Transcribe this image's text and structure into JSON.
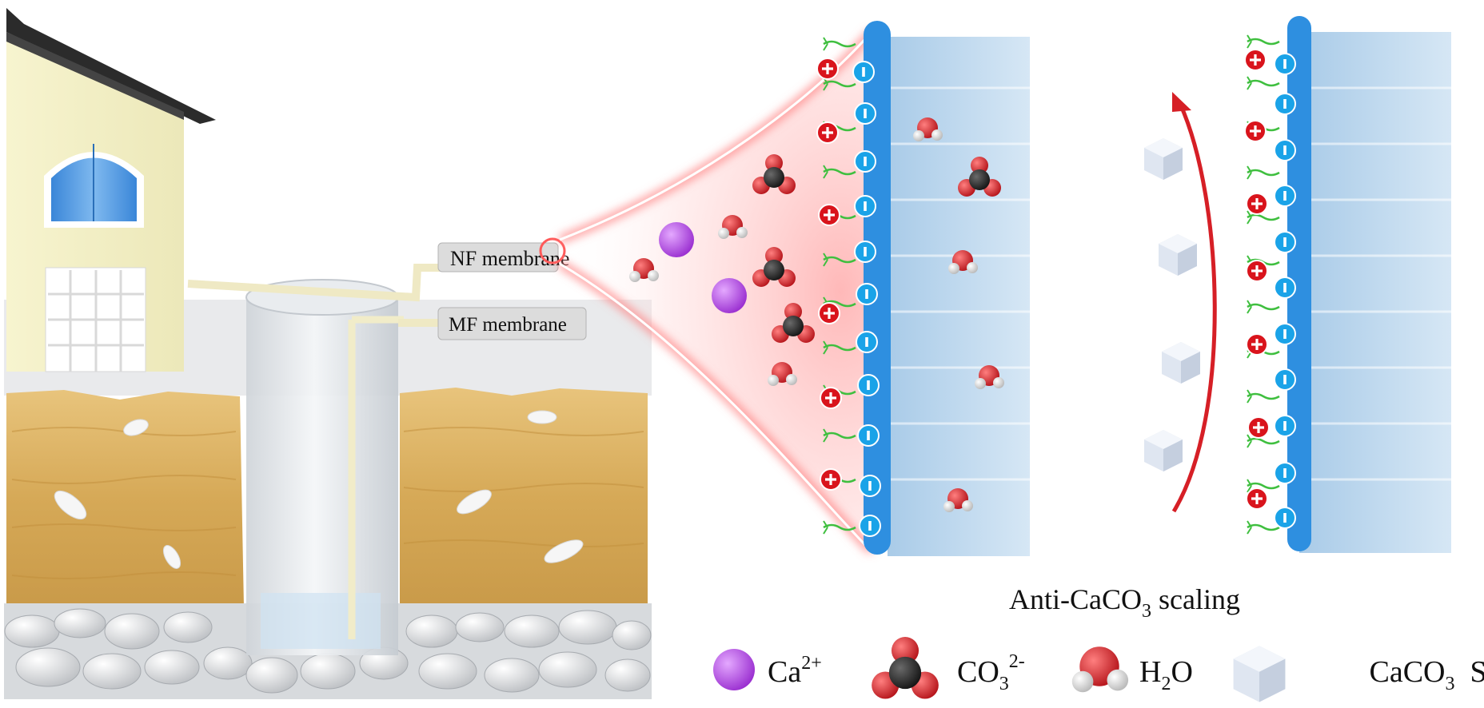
{
  "labels": {
    "nf_membrane": "NF membrane",
    "mf_membrane": "MF membrane",
    "anti_scaling_prefix": "Anti-CaCO",
    "anti_scaling_sub": "3",
    "anti_scaling_suffix": " scaling"
  },
  "legend": [
    {
      "id": "ca",
      "icon": "calcium-ion-icon",
      "text": "Ca",
      "sup": "2+",
      "sub": ""
    },
    {
      "id": "co3",
      "icon": "carbonate-molecule-icon",
      "text": "CO",
      "sub": "3",
      "sup": "2-"
    },
    {
      "id": "h2o",
      "icon": "water-molecule-icon",
      "text": "H",
      "sub": "2",
      "suffix": "O"
    },
    {
      "id": "scale",
      "icon": "caco3-scale-cube-icon",
      "text": "CaCO",
      "sub": "3",
      "suffix": "  Scale"
    }
  ],
  "colors": {
    "calcium": "#b23fe0",
    "oxygen": "#d61f26",
    "carbon": "#2a2a2a",
    "hydrogen": "#e8e8e8",
    "positive_charge": "#d9141c",
    "negative_charge": "#1aa3e8",
    "membrane": "#bcd9ef",
    "glow": "#ff6f6f"
  }
}
